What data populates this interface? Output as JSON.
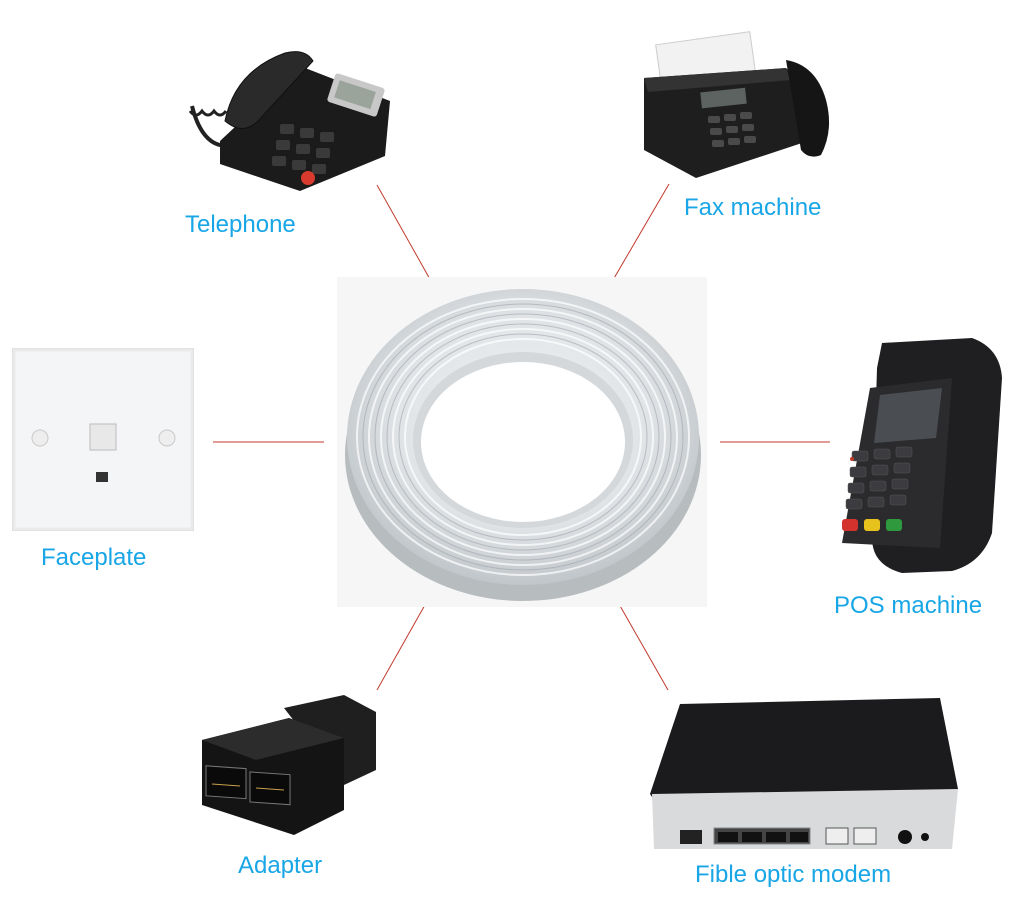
{
  "colors": {
    "label": "#18a6e6",
    "connector": "#c0392b",
    "background": "#ffffff"
  },
  "center": {
    "name": "cable-coil"
  },
  "devices": {
    "telephone": {
      "label": "Telephone",
      "icon": "telephone-icon"
    },
    "fax": {
      "label": "Fax machine",
      "icon": "fax-machine-icon"
    },
    "faceplate": {
      "label": "Faceplate",
      "icon": "faceplate-icon"
    },
    "pos": {
      "label": "POS machine",
      "icon": "pos-terminal-icon"
    },
    "adapter": {
      "label": "Adapter",
      "icon": "rj45-adapter-icon"
    },
    "modem": {
      "label": "Fible optic modem",
      "icon": "optic-modem-icon"
    }
  }
}
